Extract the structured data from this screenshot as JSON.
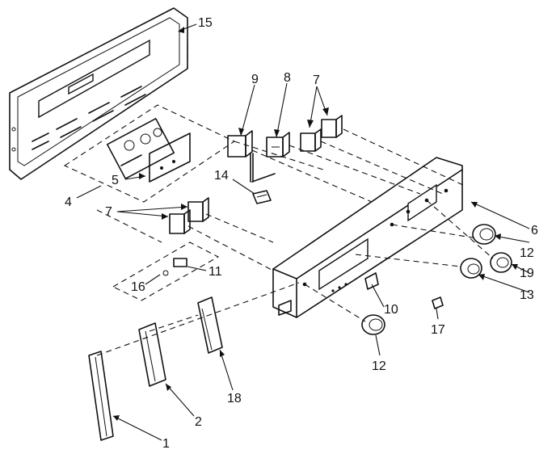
{
  "diagram": {
    "callouts": [
      {
        "id": "c1",
        "text": "1"
      },
      {
        "id": "c2",
        "text": "2"
      },
      {
        "id": "c4",
        "text": "4"
      },
      {
        "id": "c5",
        "text": "5"
      },
      {
        "id": "c6",
        "text": "6"
      },
      {
        "id": "c7a",
        "text": "7"
      },
      {
        "id": "c7b",
        "text": "7"
      },
      {
        "id": "c8",
        "text": "8"
      },
      {
        "id": "c9",
        "text": "9"
      },
      {
        "id": "c10",
        "text": "10"
      },
      {
        "id": "c11",
        "text": "11"
      },
      {
        "id": "c12a",
        "text": "12"
      },
      {
        "id": "c12b",
        "text": "12"
      },
      {
        "id": "c13",
        "text": "13"
      },
      {
        "id": "c14",
        "text": "14"
      },
      {
        "id": "c15",
        "text": "15"
      },
      {
        "id": "c16",
        "text": "16"
      },
      {
        "id": "c17",
        "text": "17"
      },
      {
        "id": "c18",
        "text": "18"
      },
      {
        "id": "c19",
        "text": "19"
      }
    ]
  }
}
